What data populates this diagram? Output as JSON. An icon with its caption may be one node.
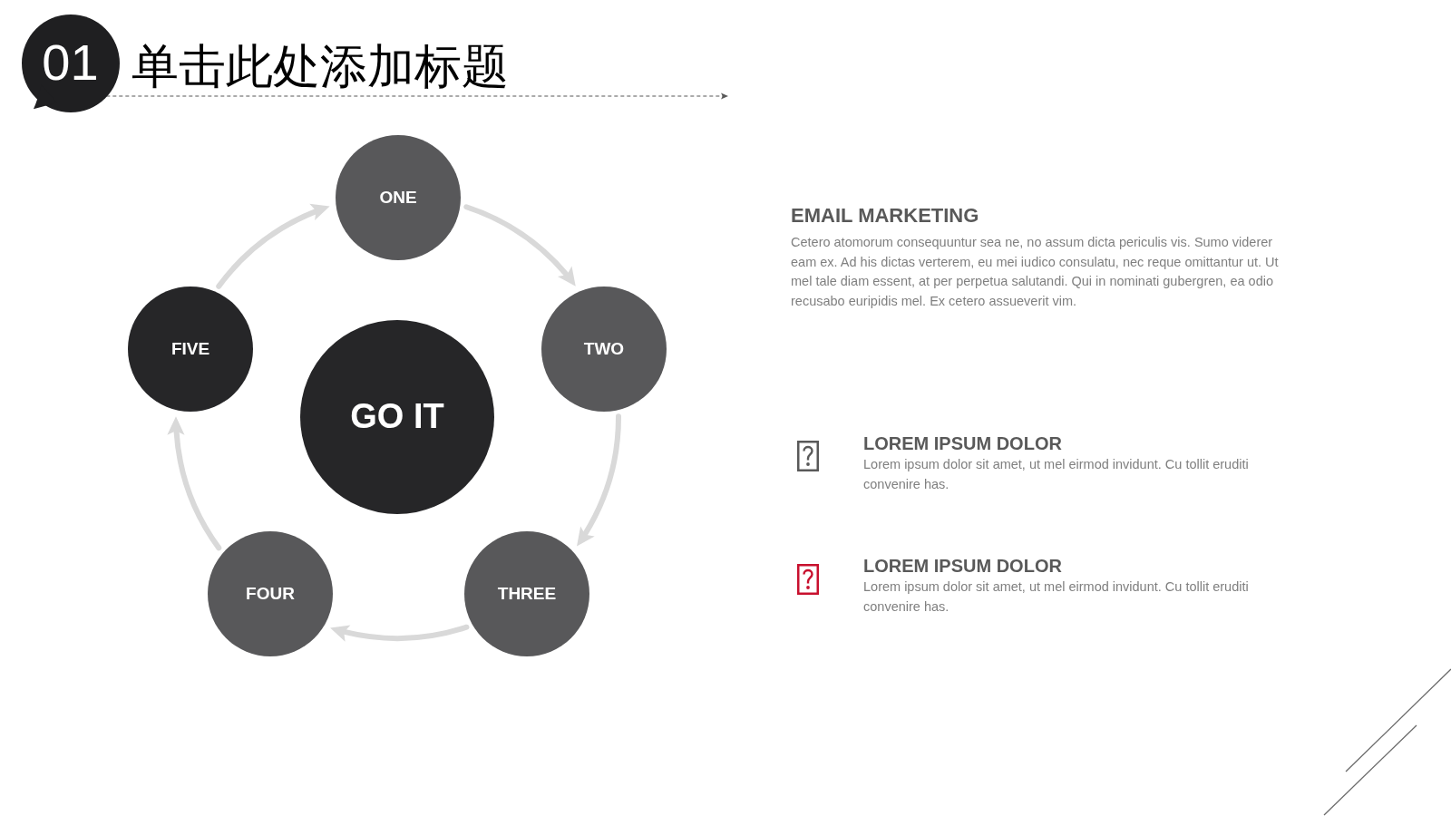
{
  "diagram": {
    "title": "单击此处添加标题",
    "nodes": [
      {
        "text": [
          "01"
        ]
      },
      {
        "text": [
          "GO IT"
        ]
      },
      {
        "text": [
          "ONE"
        ]
      },
      {
        "text": [
          "TWO"
        ]
      },
      {
        "text": [
          "THREE"
        ]
      },
      {
        "text": [
          "FOUR"
        ]
      },
      {
        "text": [
          "FIVE"
        ]
      }
    ],
    "edges": [
      {
        "from": 0,
        "to": null,
        "arrow": "to",
        "style": "dashed",
        "color": "#595959"
      },
      {
        "from": 2,
        "to": 3,
        "arrow": "to"
      },
      {
        "from": 3,
        "to": 4,
        "arrow": "to"
      },
      {
        "from": 4,
        "to": 5,
        "arrow": "to"
      },
      {
        "from": 5,
        "to": 6,
        "arrow": "to"
      },
      {
        "from": 6,
        "to": 2,
        "arrow": "to"
      }
    ],
    "labels": [
      "EMAIL MARKETING",
      "Cetero atomorum consequuntur sea ne, no assum dicta periculis vis. Sumo viderer eam ex. Ad his dictas verterem, eu mei iudico consulatu, nec reque omittantur ut. Ut mel tale diam essent, at per perpetua salutandi. Qui in nominati gubergren, ea odio recusabo euripidis mel. Ex cetero assueverit vim.",
      "LOREM IPSUM DOLOR",
      "Lorem ipsum dolor sit amet, ut mel eirmod invidunt. Cu tollit eruditi convenire has.",
      "LOREM IPSUM DOLOR",
      "Lorem ipsum dolor sit amet, ut mel eirmod invidunt. Cu tollit eruditi convenire has."
    ]
  }
}
